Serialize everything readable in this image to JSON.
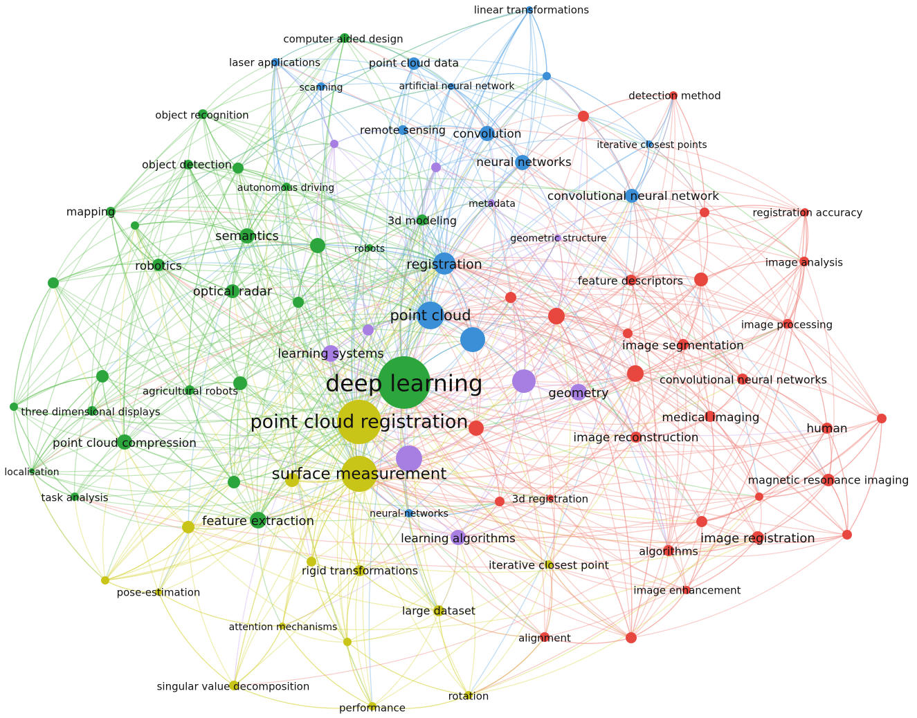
{
  "colors": {
    "red": "#e8473f",
    "green": "#2ca63c",
    "blue": "#3b8fd6",
    "yellow": "#c9c418",
    "purple": "#a77fe2",
    "edge_red": "#f08a84",
    "edge_green": "#6cc45f",
    "edge_blue": "#6aaee6",
    "edge_yellow": "#d8d64a",
    "edge_purple": "#c7a8f0"
  },
  "clusters": {
    "red": [
      "detection method",
      "registration accuracy",
      "image analysis",
      "feature descriptors",
      "image processing",
      "image segmentation",
      "convolutional neural networks",
      "medical imaging",
      "human",
      "image reconstruction",
      "magnetic resonance imaging",
      "3d registration",
      "image registration",
      "algorithms",
      "image enhancement",
      "alignment"
    ],
    "green": [
      "computer aided design",
      "object recognition",
      "object detection",
      "autonomous driving",
      "mapping",
      "semantics",
      "robotics",
      "optical radar",
      "robots",
      "3d modeling",
      "deep learning",
      "agricultural robots",
      "three dimensional displays",
      "point cloud compression",
      "localisation",
      "task analysis",
      "feature extraction"
    ],
    "blue": [
      "linear transformations",
      "laser applications",
      "point cloud data",
      "scanning",
      "artificial neural network",
      "remote sensing",
      "convolution",
      "iterative closest points",
      "neural networks",
      "convolutional neural network",
      "registration",
      "point cloud",
      "neural-networks"
    ],
    "yellow": [
      "point cloud registration",
      "surface measurement",
      "pose-estimation",
      "rigid transformations",
      "iterative closest point",
      "large dataset",
      "attention mechanisms",
      "singular value decomposition",
      "rotation",
      "performance"
    ],
    "purple": [
      "metadata",
      "geometric structure",
      "learning systems",
      "geometry",
      "learning algorithms"
    ]
  },
  "nodes": {
    "linear_transformations": "linear transformations",
    "computer_aided_design": "computer aided design",
    "laser_applications": "laser applications",
    "point_cloud_data": "point cloud data",
    "scanning": "scanning",
    "artificial_neural_network": "artificial neural network",
    "detection_method": "detection method",
    "object_recognition": "object recognition",
    "remote_sensing": "remote sensing",
    "convolution": "convolution",
    "iterative_closest_points": "iterative closest points",
    "object_detection": "object detection",
    "neural_networks": "neural networks",
    "autonomous_driving": "autonomous driving",
    "convolutional_neural_network": "convolutional neural network",
    "metadata": "metadata",
    "mapping": "mapping",
    "registration_accuracy": "registration accuracy",
    "3d_modeling": "3d modeling",
    "semantics": "semantics",
    "geometric_structure": "geometric structure",
    "robots": "robots",
    "image_analysis": "image analysis",
    "robotics": "robotics",
    "registration": "registration",
    "feature_descriptors": "feature descriptors",
    "optical_radar": "optical radar",
    "point_cloud": "point cloud",
    "image_processing": "image processing",
    "image_segmentation": "image segmentation",
    "learning_systems": "learning systems",
    "deep_learning": "deep learning",
    "convolutional_neural_networks": "convolutional neural networks",
    "agricultural_robots": "agricultural robots",
    "geometry": "geometry",
    "three_dimensional_displays": "three dimensional displays",
    "point_cloud_registration": "point cloud registration",
    "medical_imaging": "medical imaging",
    "human": "human",
    "point_cloud_compression": "point cloud compression",
    "image_reconstruction": "image reconstruction",
    "localisation": "localisation",
    "surface_measurement": "surface measurement",
    "magnetic_resonance_imaging": "magnetic resonance imaging",
    "task_analysis": "task analysis",
    "3d_registration": "3d registration",
    "neural_networks_hyphen": "neural-networks",
    "feature_extraction": "feature extraction",
    "learning_algorithms": "learning algorithms",
    "image_registration": "image registration",
    "algorithms": "algorithms",
    "iterative_closest_point": "iterative closest point",
    "rigid_transformations": "rigid transformations",
    "pose_estimation": "pose-estimation",
    "image_enhancement": "image enhancement",
    "large_dataset": "large dataset",
    "attention_mechanisms": "attention mechanisms",
    "alignment": "alignment",
    "singular_value_decomposition": "singular value decomposition",
    "rotation": "rotation",
    "performance": "performance"
  }
}
